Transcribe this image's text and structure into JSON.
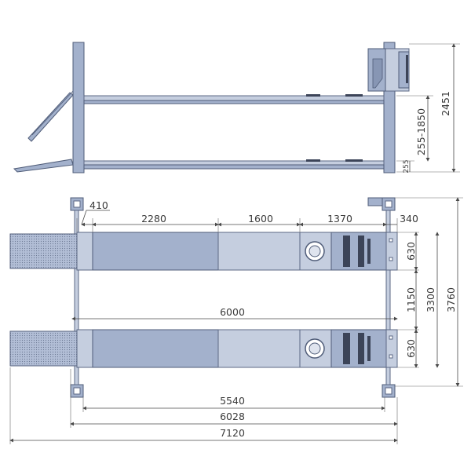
{
  "side_view": {
    "dims": {
      "total_height": "2451",
      "lift_range": "255-1850",
      "min_height": "255"
    }
  },
  "top_view": {
    "dims": {
      "post_offset": "410",
      "section_a": "2280",
      "section_b": "1600",
      "section_c": "1370",
      "post_right": "340",
      "runway_width_top": "630",
      "runway_gap": "1150",
      "runway_width_bottom": "630",
      "inner_width": "3300",
      "outer_width": "3760",
      "runway_length": "6000",
      "post_span": "5540",
      "overall_without_ramps": "6028",
      "overall_length": "7120"
    }
  },
  "colors": {
    "steel": "#a3b1cc",
    "steel_light": "#c5cedf",
    "outline": "#4f5c78",
    "dimension": "#3a3a3a"
  }
}
